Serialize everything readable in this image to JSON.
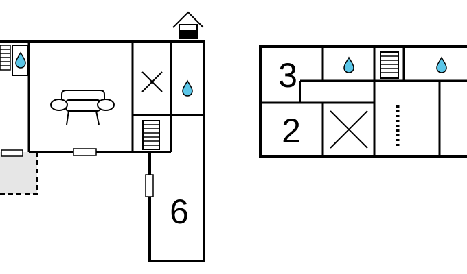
{
  "rooms": {
    "left_bedroom": "6",
    "right_top_bedroom": "3",
    "right_bottom_bedroom": "2"
  },
  "icons": {
    "water": "water-drop-icon",
    "stairs": "stairs-icon",
    "sofa": "sofa-icon",
    "void": "void-cross-icon",
    "chimney": "chimney-icon",
    "window": "window-icon",
    "terrace": "terrace-area"
  },
  "colors": {
    "wall": "#000000",
    "water": "#5bc6e8",
    "terrace_fill": "#e6e6e6",
    "background": "#ffffff"
  }
}
